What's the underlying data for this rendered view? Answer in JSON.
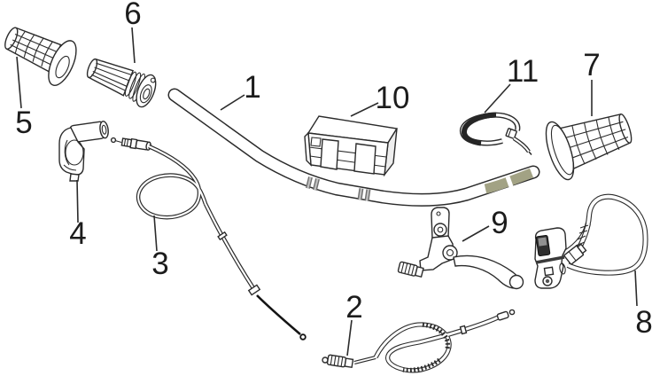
{
  "diagram": {
    "kind": "exploded-parts-diagram",
    "background_color": "#ffffff",
    "line_color": "#2b2b2b",
    "grip_end_color": "#a2a284",
    "band_color": "#8f8f8f",
    "callouts": [
      {
        "label": "1",
        "part": "handlebar"
      },
      {
        "label": "2",
        "part": "brake-cable"
      },
      {
        "label": "3",
        "part": "throttle-cable"
      },
      {
        "label": "4",
        "part": "throttle-housing"
      },
      {
        "label": "5",
        "part": "left-grip"
      },
      {
        "label": "6",
        "part": "throttle-tube-grip"
      },
      {
        "label": "7",
        "part": "right-grip"
      },
      {
        "label": "8",
        "part": "switch-assembly"
      },
      {
        "label": "9",
        "part": "brake-lever"
      },
      {
        "label": "10",
        "part": "handlebar-pad"
      },
      {
        "label": "11",
        "part": "cable-tie"
      }
    ]
  }
}
